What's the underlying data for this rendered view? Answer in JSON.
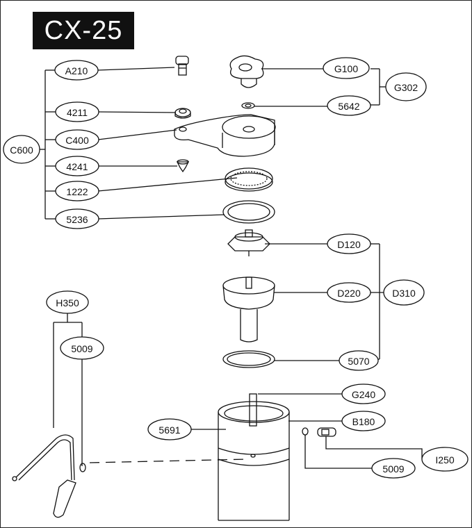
{
  "title": "CX-25",
  "parts": {
    "A210": "A210",
    "C600": "C600",
    "4211": "4211",
    "C400": "C400",
    "4241": "4241",
    "1222": "1222",
    "5236": "5236",
    "G100": "G100",
    "G302": "G302",
    "5642": "5642",
    "D120": "D120",
    "D310": "D310",
    "D220": "D220",
    "5070": "5070",
    "H350": "H350",
    "5009a": "5009",
    "G240": "G240",
    "5691": "5691",
    "B180": "B180",
    "I250": "I250",
    "5009b": "5009"
  }
}
